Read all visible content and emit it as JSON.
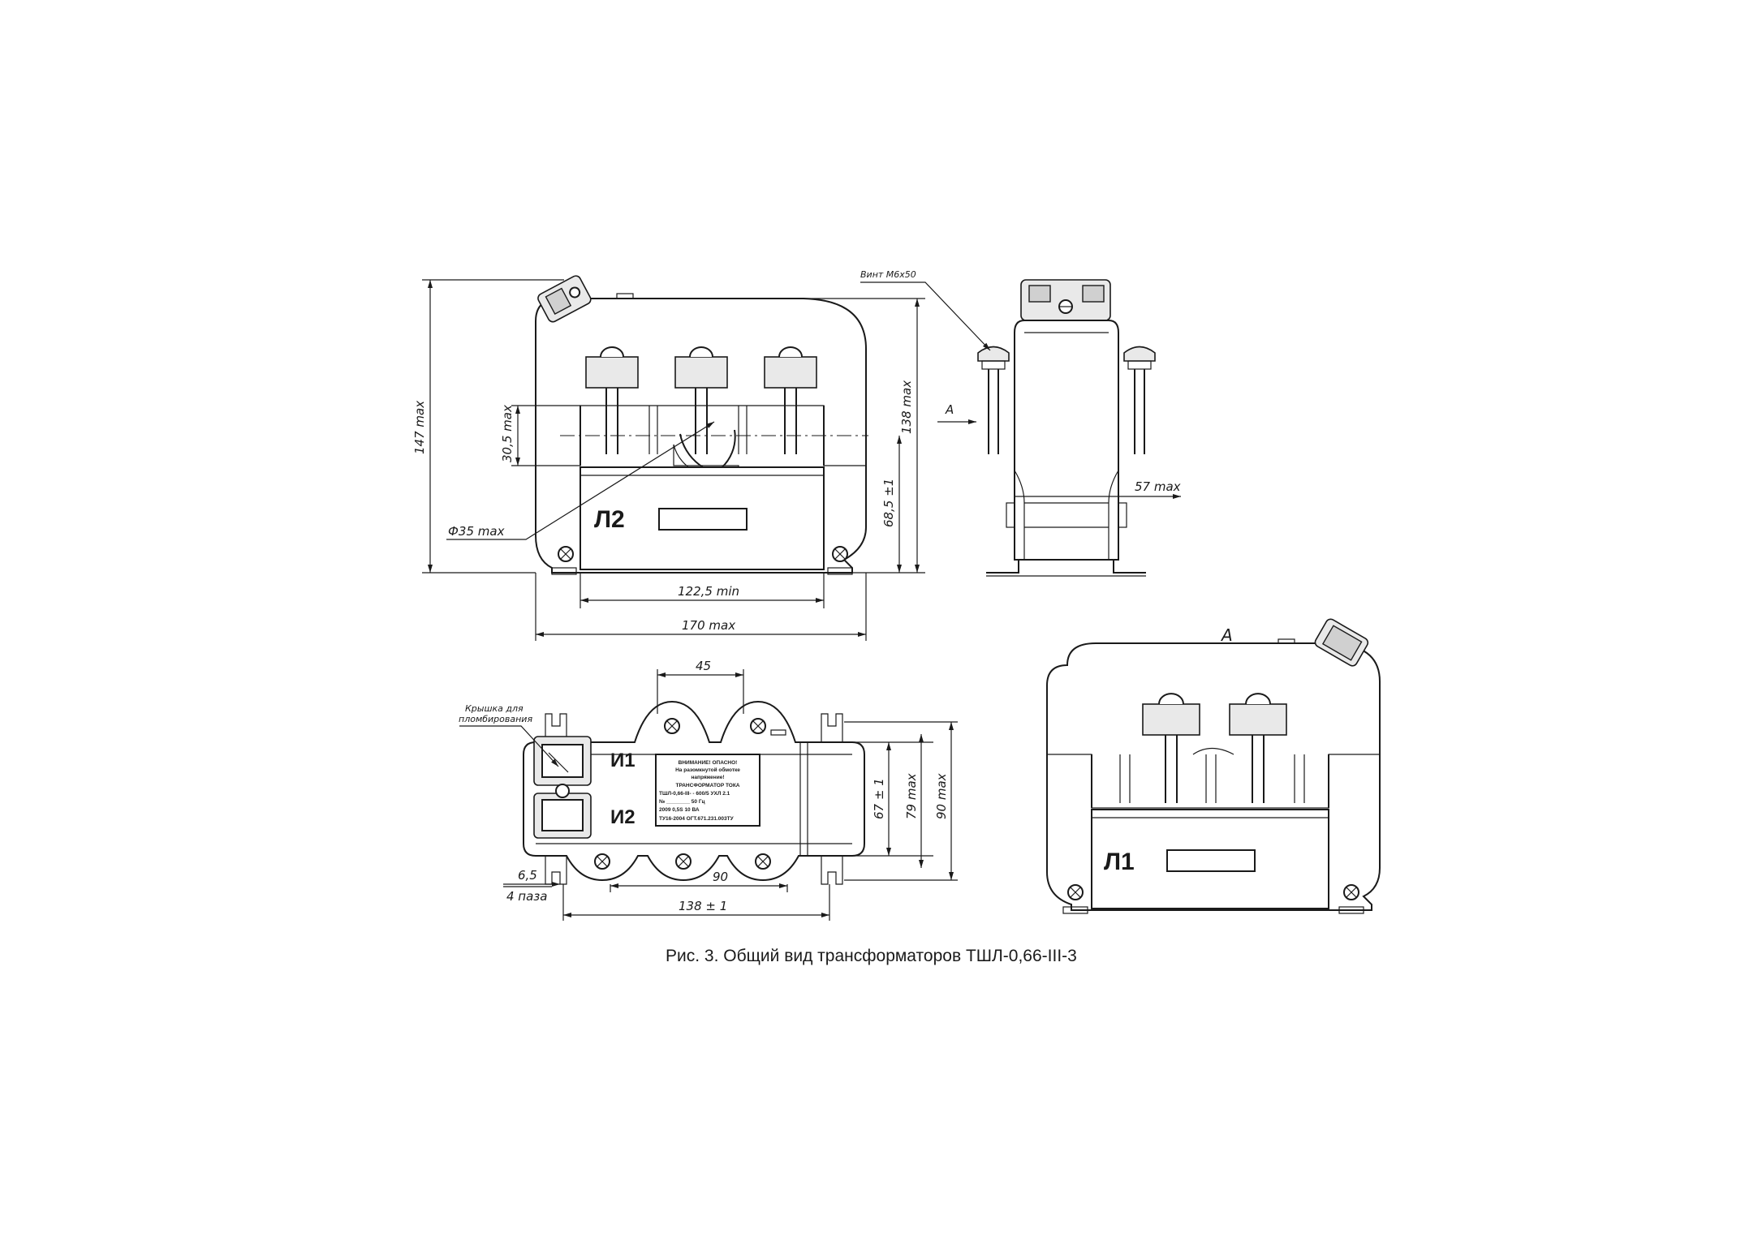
{
  "caption": "Рис. 3. Общий вид трансформаторов ТШЛ-0,66-III-3",
  "front_view": {
    "mark": "Л2",
    "dims": {
      "height_total": "147 max",
      "height_core": "138 max",
      "window_height": "30,5 max",
      "center_height": "68,5 ±1",
      "diameter": "Ф35 max",
      "inner_width": "122,5 min",
      "width_total": "170 max"
    }
  },
  "side_view": {
    "screw_label": "Винт М6х50",
    "arrow_label": "А",
    "depth_dim": "57 max"
  },
  "top_view": {
    "cover_label_line1": "Крышка для",
    "cover_label_line2": "пломбирования",
    "terminal_1": "И1",
    "terminal_2": "И2",
    "nameplate": [
      "ВНИМАНИЕ! ОПАСНО!",
      "На разомкнутой обмотке",
      "напряжение!",
      "ТРАНСФОРМАТОР ТОКА",
      "ТШЛ-0,66-III-  - 600/5 УХЛ 2.1",
      "№ ________          50 Гц",
      "2009      0,5S  10 ВА",
      "ТУ16-2004 ОГТ.671.231.003ТУ"
    ],
    "dims": {
      "pitch": "45",
      "mount_spacing": "90",
      "base_length": "138 ± 1",
      "slot_width": "6,5",
      "slot_count": "4 паза",
      "h1": "67 ± 1",
      "h2": "79 max",
      "h3": "90 max"
    }
  },
  "view_a": {
    "label": "А",
    "mark": "Л1"
  }
}
